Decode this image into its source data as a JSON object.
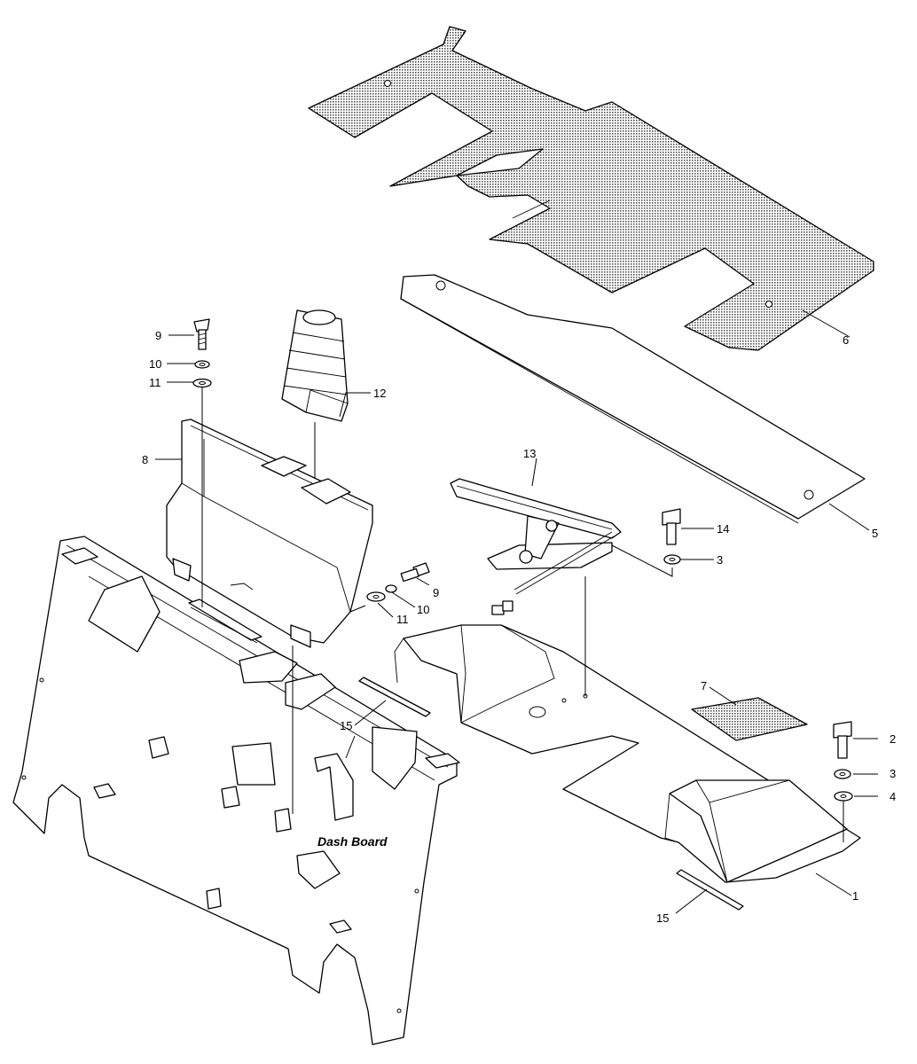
{
  "diagram_title": "Dash Board",
  "callouts": {
    "c9a": "9",
    "c10a": "10",
    "c11a": "11",
    "c12": "12",
    "c8": "8",
    "c13": "13",
    "c14": "14",
    "c3a": "3",
    "c9b": "9",
    "c10b": "10",
    "c11b": "11",
    "c6": "6",
    "c5": "5",
    "c7": "7",
    "c15a": "15",
    "c15b": "15",
    "c2": "2",
    "c3b": "3",
    "c4": "4",
    "c1": "1"
  }
}
